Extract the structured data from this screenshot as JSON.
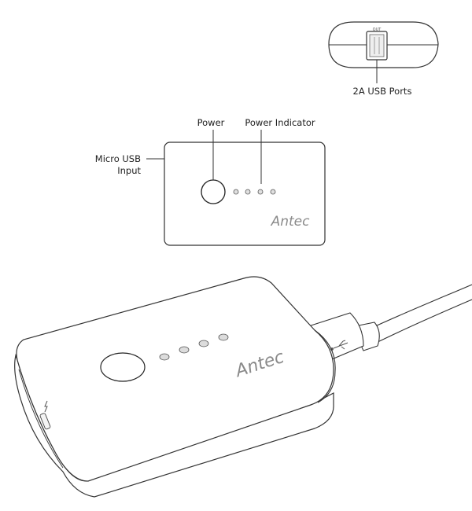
{
  "labels": {
    "usb_ports": "2A USB Ports",
    "power": "Power",
    "power_indicator": "Power Indicator",
    "micro_usb_line1": "Micro USB",
    "micro_usb_line2": "Input",
    "port_out": "OUT"
  },
  "brand": "Antec",
  "indicator_led_count": 4,
  "colors": {
    "outline": "#333333",
    "led_fill": "#dcdcdc",
    "brand_text": "#8a8a8a"
  },
  "icons": [
    "usb-icon",
    "lightning-icon"
  ]
}
